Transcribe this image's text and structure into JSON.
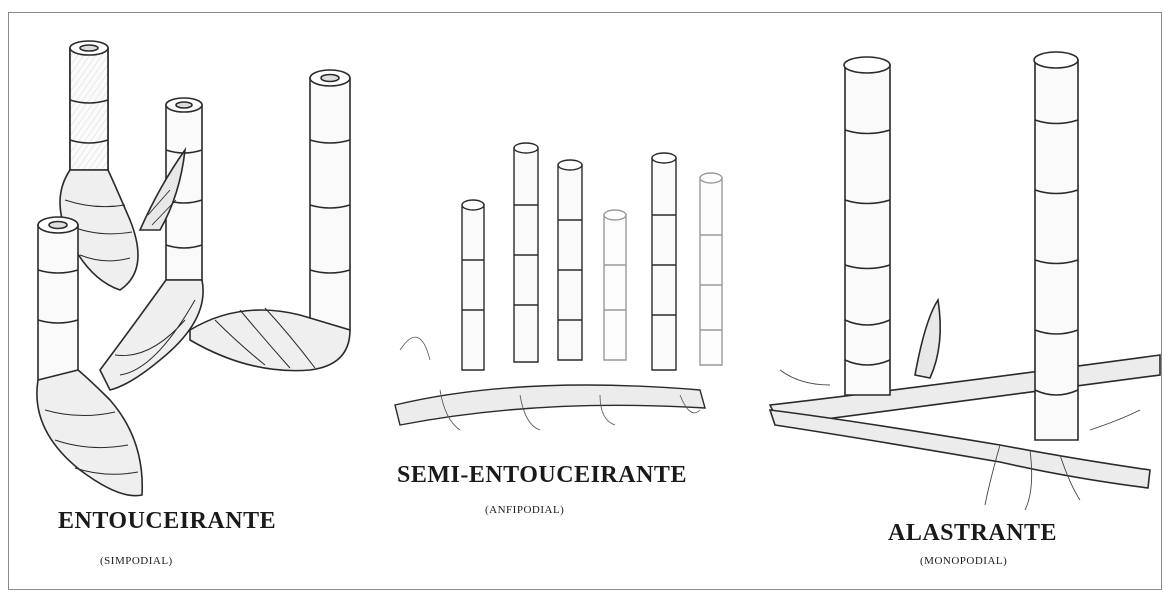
{
  "labels": {
    "entouceirante": {
      "title": "ENTOUCEIRANTE",
      "subtitle": "(SIMPODIAL)"
    },
    "semi": {
      "title": "SEMI-ENTOUCEIRANTE",
      "subtitle": "(ANFIPODIAL)"
    },
    "alastrante": {
      "title": "ALASTRANTE",
      "subtitle": "(MONOPODIAL)"
    }
  },
  "colors": {
    "ink": "#2a2a2a",
    "frame": "#8a8a8a",
    "background": "#ffffff"
  }
}
